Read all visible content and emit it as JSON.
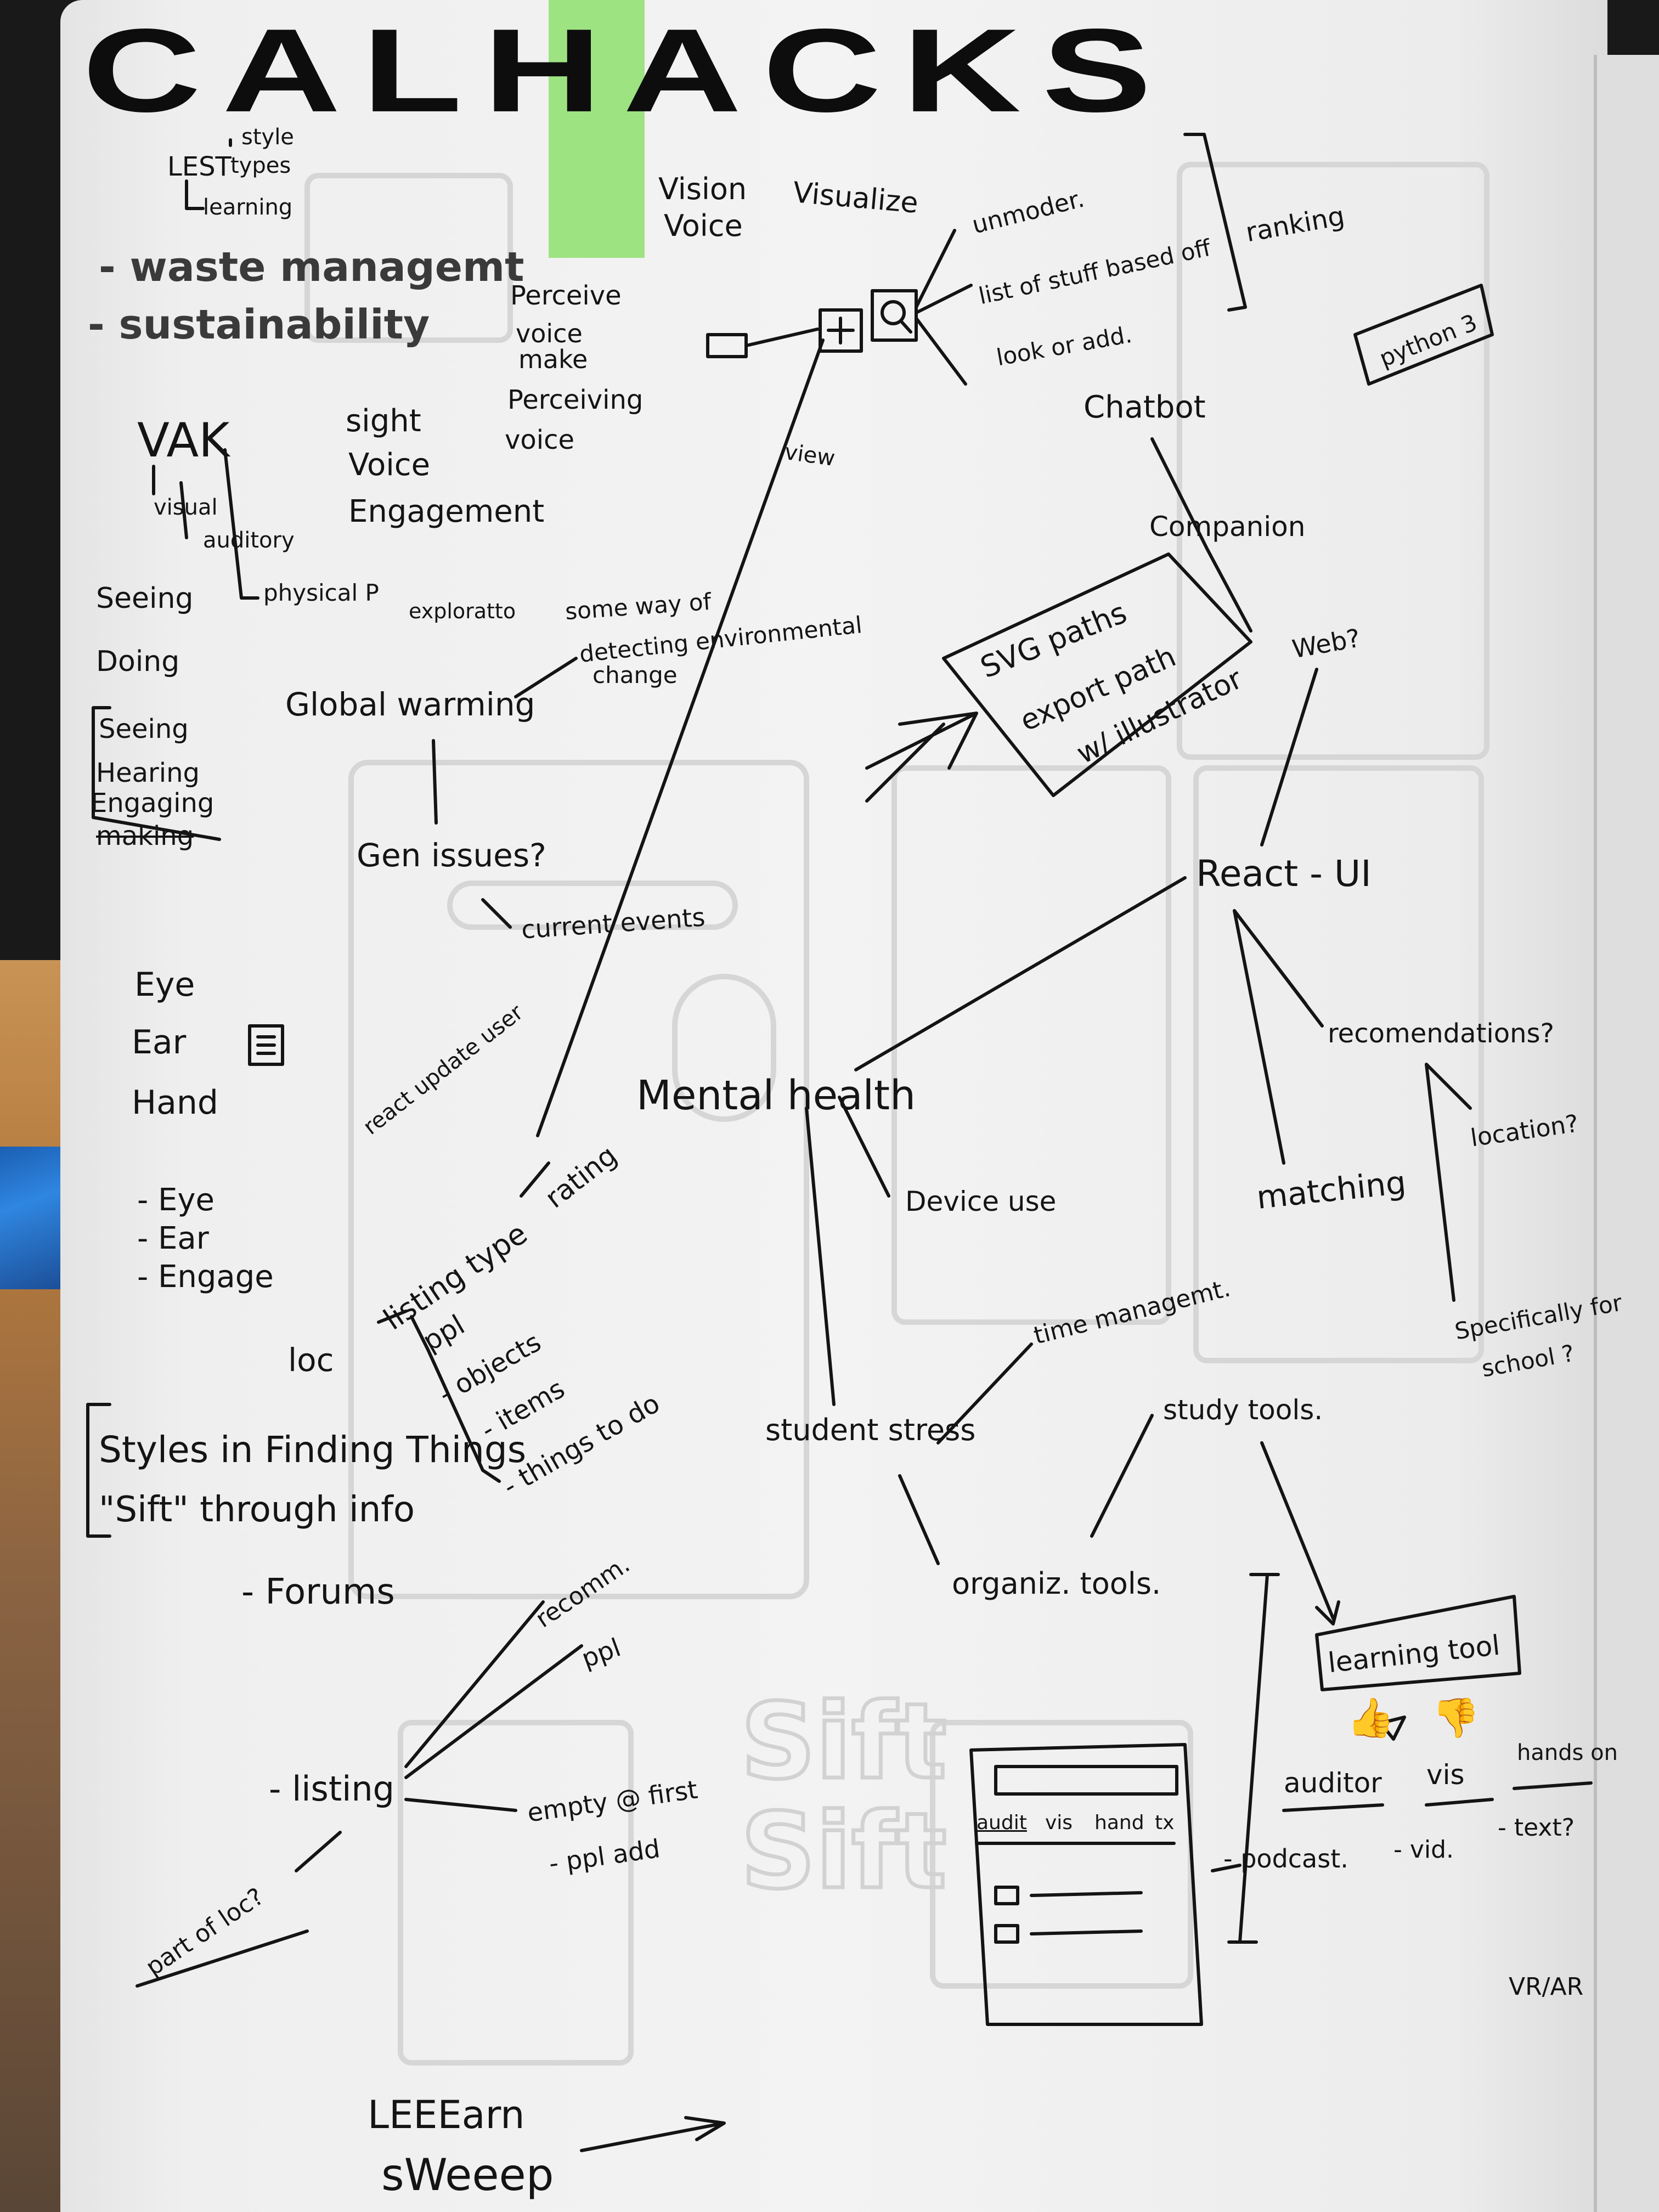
{
  "title": "CALHACKS",
  "notes": {
    "lest_style": "style",
    "lest": "LEST",
    "lest_types": "types",
    "lest_learning": "learning",
    "waste": "- waste managemt",
    "sustainability": "- sustainability",
    "vision": "Vision",
    "voice1": "Voice",
    "visualize": "Visualize",
    "perceive": "Perceive",
    "voice2": "voice",
    "make": "make",
    "perceiving": "Perceiving",
    "voice3": "voice",
    "unmoder": "unmoder.",
    "list_stuff": "list of stuff based off",
    "look_add": "look or add.",
    "ranking": "ranking",
    "python3": "python 3",
    "chatbot": "Chatbot",
    "companion": "Companion",
    "view": "view",
    "vak": "VAK",
    "visual": "visual",
    "auditory": "auditory",
    "physical": "physical P",
    "sight": "sight",
    "voice4": "Voice",
    "engagement": "Engagement",
    "seeing1": "Seeing",
    "doing": "Doing",
    "exploratto": "exploratto",
    "env1": "some way of",
    "env2": "detecting environmental",
    "env3": "change",
    "svg1": "SVG paths",
    "svg2": "export path",
    "svg3": "w/ illustrator",
    "web": "Web?",
    "global_warming": "Global warming",
    "seeing2": "Seeing",
    "hearing": "Hearing",
    "engaging": "Engaging",
    "making": "making",
    "gen_issues": "Gen issues?",
    "current_events": "current events",
    "react_ui": "React - UI",
    "eye1": "Eye",
    "ear1": "Ear",
    "hand": "Hand",
    "react_update": "react update user",
    "mental_health": "Mental health",
    "recommendations": "recomendations?",
    "location": "location?",
    "device_use": "Device use",
    "matching": "matching",
    "eye2": "- Eye",
    "ear2": "- Ear",
    "engage": "- Engage",
    "rating": "rating",
    "listing_type": "listing type",
    "loc": "loc",
    "ppl1": "ppl",
    "objects": "- objects",
    "items": "- items",
    "things": "- things to do",
    "time_mgmt": "time managemt.",
    "specifically1": "Specifically for",
    "specifically2": "school ?",
    "styles": "Styles in Finding Things",
    "sift": "\"Sift\" through info",
    "student_stress": "student stress",
    "study_tools": "study tools.",
    "forums": "- Forums",
    "organiz": "organiz. tools.",
    "recomm": "recomm.",
    "ppl2": "ppl",
    "learning_tool": "learning tool",
    "listing": "- listing",
    "empty": "empty @ first",
    "ppl_add": "- ppl add",
    "audit": "audit",
    "vis": "vis",
    "hand2": "hand",
    "tx": "tx",
    "auditor": "auditor",
    "vis2": "vis",
    "hands_on": "hands on",
    "podcast": "- podcast.",
    "vid": "- vid.",
    "text": "- text?",
    "part_of_loc": "part of loc?",
    "vr_ar": "VR/AR",
    "leeearn": "LEEEarn",
    "sweeep": "sWeeep"
  },
  "faint_sift": "Sift"
}
